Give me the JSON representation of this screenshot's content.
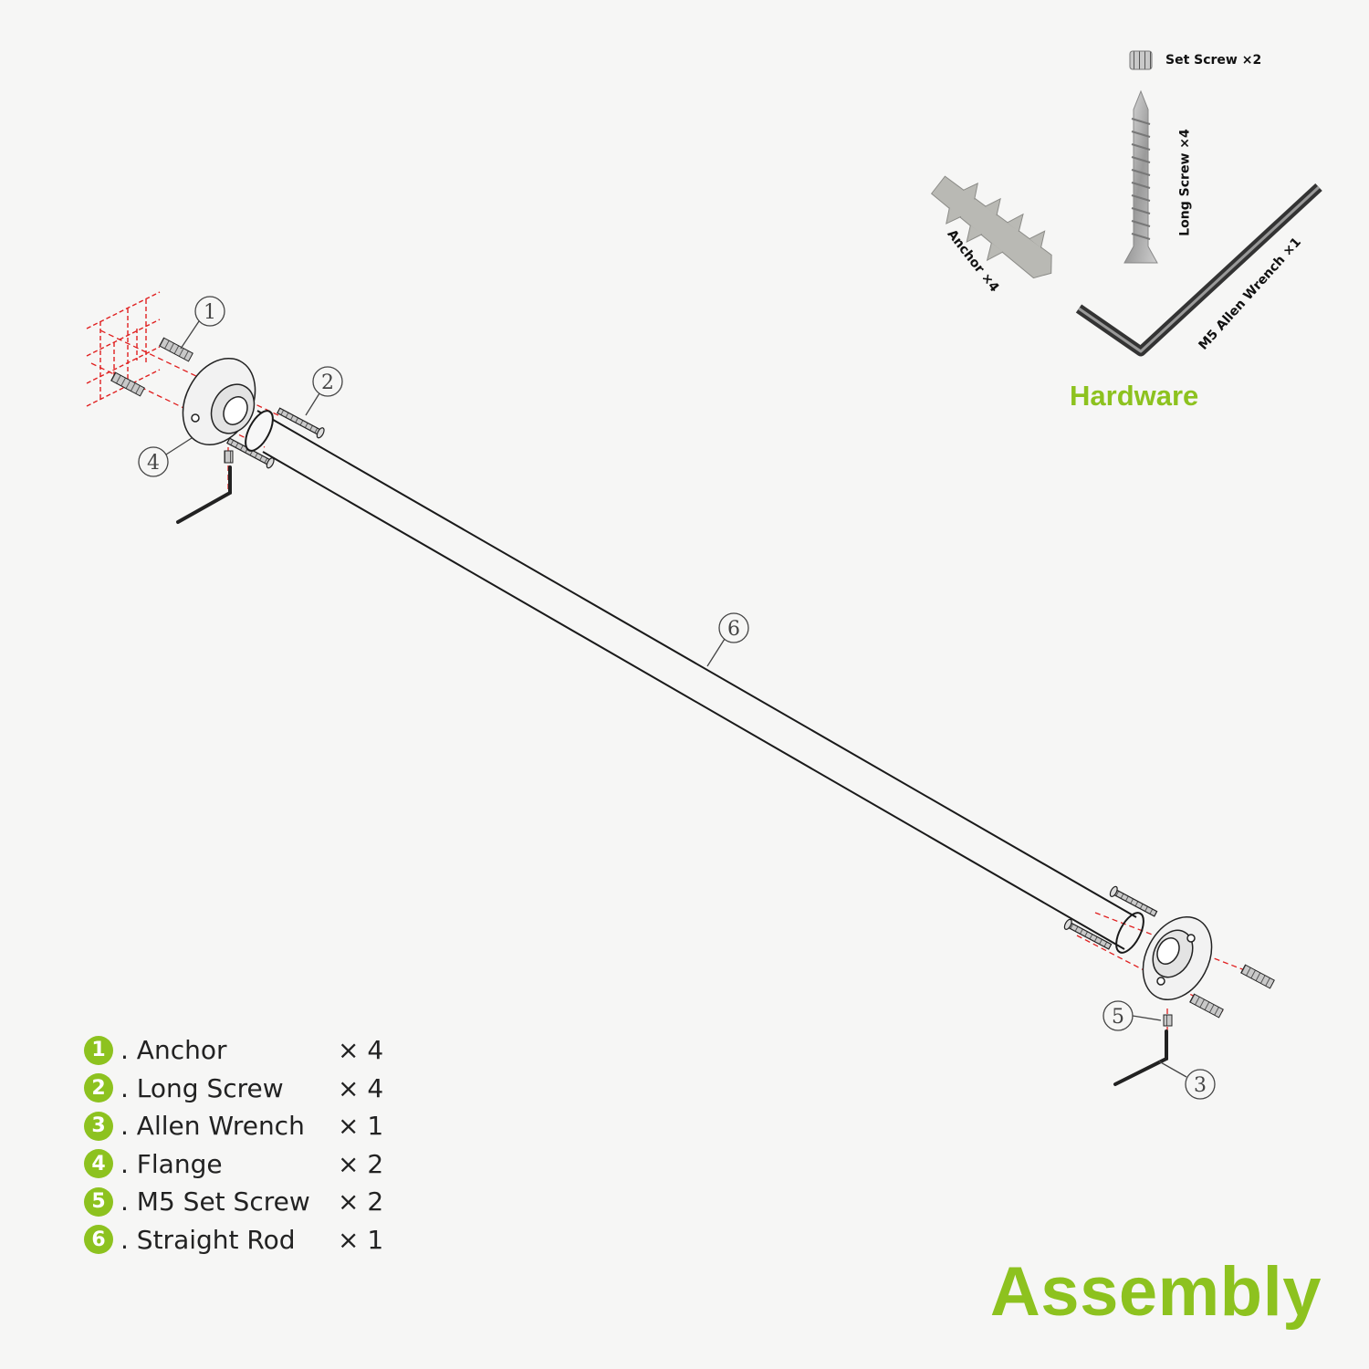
{
  "title": "Assembly",
  "hardware": {
    "title": "Hardware",
    "items": [
      {
        "label": "Set Screw ×2"
      },
      {
        "label": "Long Screw ×4"
      },
      {
        "label": "Anchor ×4"
      },
      {
        "label": "M5 Allen Wrench ×1"
      }
    ]
  },
  "parts": [
    {
      "num": "1",
      "name": ". Anchor",
      "qty": "× 4"
    },
    {
      "num": "2",
      "name": ". Long Screw",
      "qty": "× 4"
    },
    {
      "num": "3",
      "name": ". Allen Wrench",
      "qty": "× 1"
    },
    {
      "num": "4",
      "name": ". Flange",
      "qty": "× 2"
    },
    {
      "num": "5",
      "name": ". M5 Set Screw",
      "qty": "× 2"
    },
    {
      "num": "6",
      "name": ". Straight Rod",
      "qty": "× 1"
    }
  ],
  "callouts": [
    "1",
    "2",
    "3",
    "4",
    "5",
    "6"
  ],
  "colors": {
    "accent": "#8dc21f",
    "line": "#1a1a1a",
    "guide": "#e02020"
  }
}
